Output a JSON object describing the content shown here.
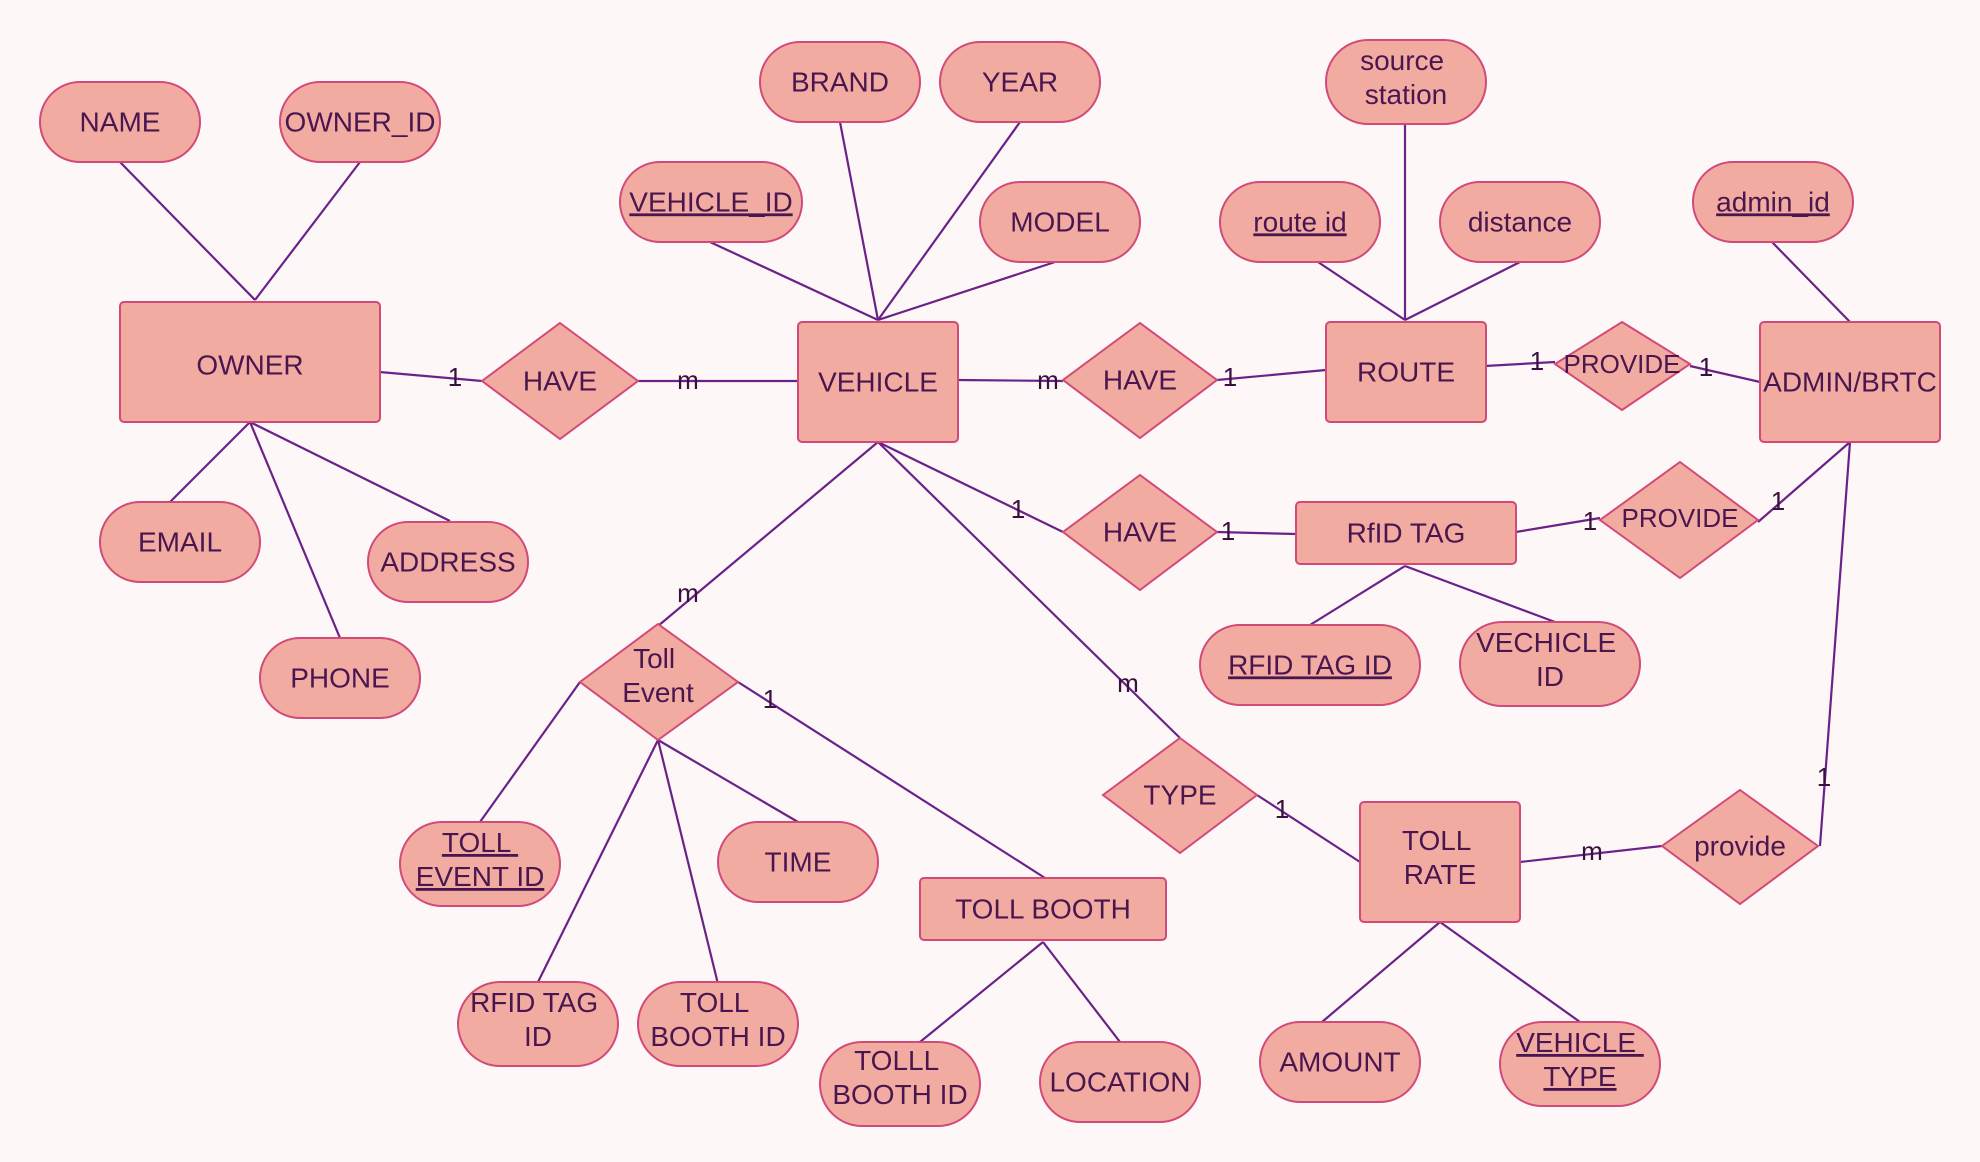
{
  "entities": {
    "owner": "OWNER",
    "vehicle": "VEHICLE",
    "route": "ROUTE",
    "admin": "ADMIN/BRTC",
    "rfid_tag": "RfID TAG",
    "toll_booth": "TOLL BOOTH",
    "toll_rate": [
      "TOLL",
      "RATE"
    ]
  },
  "relationships": {
    "owner_have_vehicle": "HAVE",
    "vehicle_have_route": "HAVE",
    "vehicle_have_rfid": "HAVE",
    "route_provide_admin": "PROVIDE",
    "rfid_provide_admin": "PROVIDE",
    "toll_event": [
      "Toll",
      "Event"
    ],
    "type": "TYPE",
    "provide": "provide"
  },
  "attributes": {
    "name": "NAME",
    "owner_id": "OWNER_ID",
    "email": "EMAIL",
    "address": "ADDRESS",
    "phone": "PHONE",
    "brand": "BRAND",
    "year": "YEAR",
    "vehicle_id": "VEHICLE_ID",
    "model": "MODEL",
    "source_station": [
      "source",
      "station"
    ],
    "route_id": "route id",
    "distance": "distance",
    "admin_id": "admin_id",
    "rfid_tag_id_key": "RFID TAG ID",
    "vechicle_id": [
      "VECHICLE",
      "ID"
    ],
    "toll_event_id": [
      "TOLL",
      "EVENT ID"
    ],
    "time": "TIME",
    "rfid_tag_id": [
      "RFID TAG",
      "ID"
    ],
    "toll_booth_id_ref": [
      "TOLL",
      "BOOTH ID"
    ],
    "tolll_booth_id": [
      "TOLLL",
      "BOOTH ID"
    ],
    "location": "LOCATION",
    "amount": "AMOUNT",
    "vehicle_type": [
      "VEHICLE",
      "TYPE"
    ]
  },
  "cardinalities": {
    "one": "1",
    "many": "m"
  },
  "colors": {
    "fill": "#f2aba1",
    "stroke": "#d24a78",
    "line": "#6a2289",
    "text": "#4a1650",
    "background": "#fdf8f7"
  }
}
